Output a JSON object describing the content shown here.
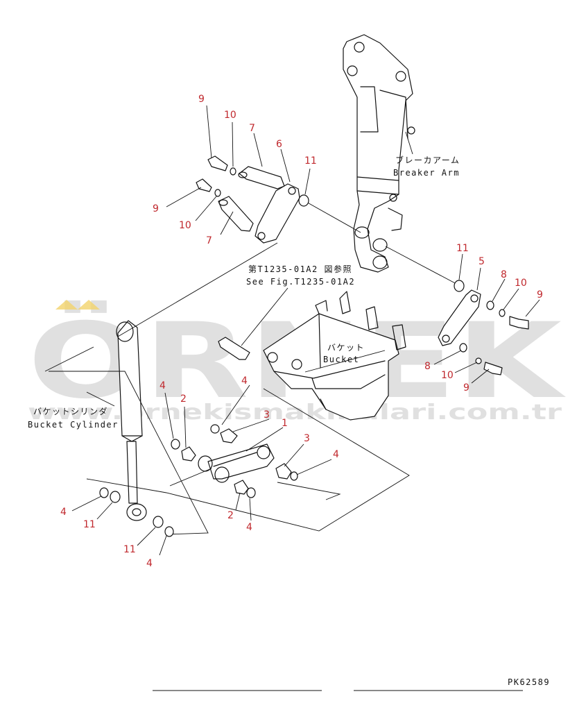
{
  "drawing": {
    "number": "PK62589",
    "labels": {
      "breaker_arm_jp": "ブレーカアーム",
      "breaker_arm_en": "Breaker Arm",
      "see_fig_jp": "第T1235-01A2 図参照",
      "see_fig_en": "See Fig.T1235-01A2",
      "bucket_jp": "バケット",
      "bucket_en": "Bucket",
      "bucket_cylinder_jp": "バケットシリンダ",
      "bucket_cylinder_en": "Bucket Cylinder"
    },
    "callout_color": "#c0282d"
  },
  "callouts": [
    {
      "id": "c9a",
      "text": "9"
    },
    {
      "id": "c10a",
      "text": "10"
    },
    {
      "id": "c7a",
      "text": "7"
    },
    {
      "id": "c6",
      "text": "6"
    },
    {
      "id": "c11a",
      "text": "11"
    },
    {
      "id": "c9b",
      "text": "9"
    },
    {
      "id": "c10b",
      "text": "10"
    },
    {
      "id": "c7b",
      "text": "7"
    },
    {
      "id": "c11b",
      "text": "11"
    },
    {
      "id": "c5",
      "text": "5"
    },
    {
      "id": "c8a",
      "text": "8"
    },
    {
      "id": "c10c",
      "text": "10"
    },
    {
      "id": "c9c",
      "text": "9"
    },
    {
      "id": "c8b",
      "text": "8"
    },
    {
      "id": "c10d",
      "text": "10"
    },
    {
      "id": "c9d",
      "text": "9"
    },
    {
      "id": "c4a",
      "text": "4"
    },
    {
      "id": "c4b",
      "text": "4"
    },
    {
      "id": "c2a",
      "text": "2"
    },
    {
      "id": "c3a",
      "text": "3"
    },
    {
      "id": "c1",
      "text": "1"
    },
    {
      "id": "c3b",
      "text": "3"
    },
    {
      "id": "c4c",
      "text": "4"
    },
    {
      "id": "c4d",
      "text": "4"
    },
    {
      "id": "c11c",
      "text": "11"
    },
    {
      "id": "c2b",
      "text": "2"
    },
    {
      "id": "c4e",
      "text": "4"
    },
    {
      "id": "c11d",
      "text": "11"
    },
    {
      "id": "c4f",
      "text": "4"
    }
  ],
  "watermark": {
    "brand": "ÖRNEK",
    "url": "www.ornekismakinalari.com.tr",
    "color": "#c8c8c8",
    "accent": "#f2d36b"
  }
}
